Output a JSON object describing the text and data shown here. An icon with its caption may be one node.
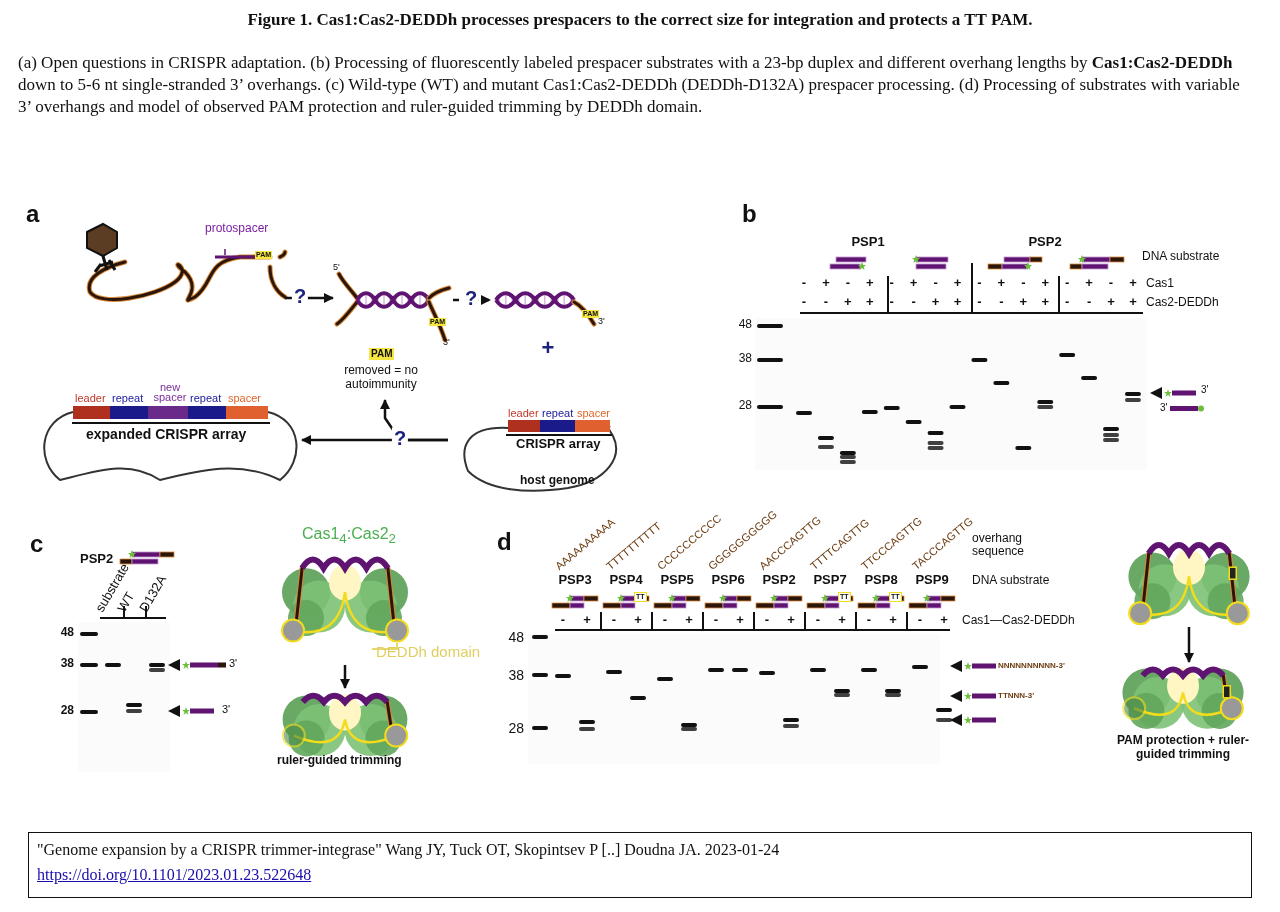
{
  "diagram": {
    "title": "Figure 1. Cas1:Cas2-DEDDh processes prespacers to the correct size for integration and protects a TT PAM.",
    "caption": "(a) Open questions in CRISPR adaptation. (b) Processing of fluorescently labeled prespacer substrates with a 23-bp duplex and different overhang lengths by **Cas1:Cas2-DEDDh** down to 5-6 nt single-stranded 3’ overhangs. (c) Wild-type (WT) and mutant Cas1:Cas2-DEDDh (DEDDh-D132A) prespacer processing. (d) Processing of substrates with variable 3’ overhangs and model of observed PAM protection and ruler-guided trimming by DEDDh domain.",
    "nodes": [
      {
        "text": [
          "protospacer",
          "PAM"
        ]
      },
      {
        "text": [
          "5'",
          "PAM",
          "3'"
        ]
      },
      {
        "text": [
          "PAM",
          "3'"
        ]
      },
      {
        "text": [
          "leader",
          "repeat",
          "new spacer",
          "repeat",
          "spacer",
          "expanded CRISPR array"
        ]
      },
      {
        "text": [
          "PAM",
          "removed = no autoimmunity"
        ]
      },
      {
        "text": [
          "leader",
          "repeat",
          "spacer",
          "CRISPR array",
          "host genome"
        ]
      },
      {
        "text": [
          "Cas1$_{4}$:Cas2$_{2}$",
          "DEDDh domain"
        ]
      },
      {
        "text": [
          "ruler-guided trimming"
        ]
      },
      {
        "text": [],
        "shape": "picture"
      },
      {
        "text": [
          "PAM protection + ruler-guided trimming"
        ]
      }
    ],
    "edges": [
      {
        "from": 0,
        "to": 1,
        "arrow": "to",
        "label": "?"
      },
      {
        "from": 1,
        "to": 2,
        "arrow": "to",
        "label": "?",
        "style": "dashed"
      },
      {
        "from": 5,
        "to": 3,
        "arrow": "to",
        "label": "?"
      },
      {
        "from": 5,
        "to": 4,
        "arrow": "to"
      },
      {
        "from": 6,
        "to": 7,
        "arrow": "to"
      },
      {
        "from": 8,
        "to": 9,
        "arrow": "to"
      }
    ],
    "labels": [
      "a",
      "+",
      "b",
      "PSP1",
      "PSP2",
      "DNA substrate",
      "-",
      "+",
      "-",
      "+",
      "-",
      "+",
      "-",
      "+",
      "-",
      "+",
      "-",
      "+",
      "-",
      "+",
      "-",
      "+",
      "Cas1",
      "-",
      "-",
      "+",
      "+",
      "-",
      "-",
      "+",
      "+",
      "-",
      "-",
      "+",
      "+",
      "-",
      "-",
      "+",
      "+",
      "Cas2-DEDDh",
      "48",
      "38",
      "28",
      "3'",
      "3'",
      "c",
      "PSP2",
      "substrate",
      "WT",
      "D132A",
      "48",
      "38",
      "28",
      "3'",
      "3'",
      "d",
      "AAAAAAAAAA",
      "TTTTTTTTTT",
      "CCCCCCCCCC",
      "GGGGGGGGGG",
      "AACCCAGTTG",
      "TTTTCAGTTG",
      "TTCCCAGTTG",
      "TACCCAGTTG",
      "overhang sequence",
      "PSP3",
      "PSP4",
      "PSP5",
      "PSP6",
      "PSP2",
      "PSP7",
      "PSP8",
      "PSP9",
      "DNA substrate",
      "TT",
      "TT",
      "TT",
      "-",
      "+",
      "-",
      "+",
      "-",
      "+",
      "-",
      "+",
      "-",
      "+",
      "-",
      "+",
      "-",
      "+",
      "-",
      "+",
      "Cas1—Cas2-DEDDh",
      "48",
      "38",
      "28",
      "NNNNNNNNNN-3'",
      "TTNNN-3'",
      "\"Genome expansion by a CRISPR trimmer-integrase\" Wang JY, Tuck OT, Skopintsev P [..] Doudna JA. 2023-01-24",
      "https://doi.org/10.1101/2023.01.23.522648"
    ]
  }
}
